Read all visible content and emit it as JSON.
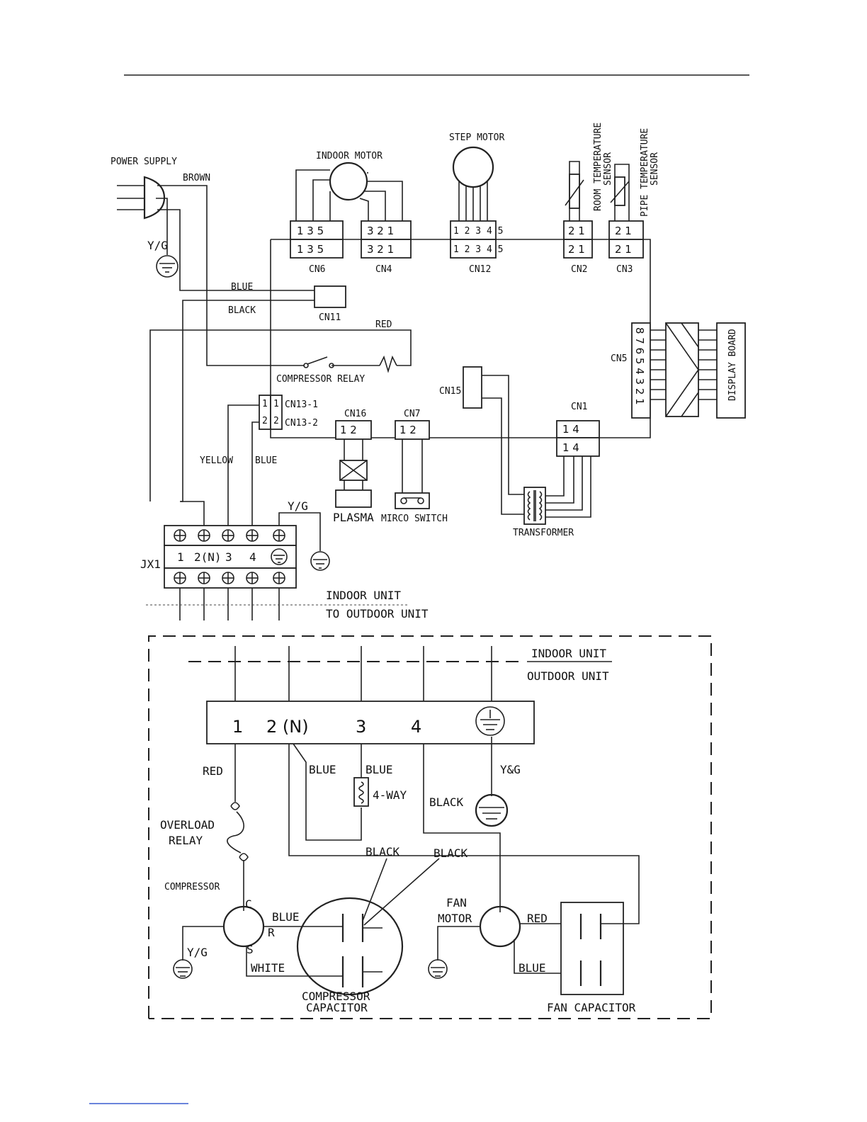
{
  "upper": {
    "power_supply": "POWER SUPPLY",
    "brown": "BROWN",
    "yg": "Y/G",
    "blue": "BLUE",
    "black": "BLACK",
    "red": "RED",
    "indoor_motor": "INDOOR MOTOR",
    "step_motor": "STEP MOTOR",
    "room_sensor_1": "ROOM TEMPERATURE",
    "room_sensor_2": "SENSOR",
    "pipe_sensor_1": "PIPE TEMPERATURE",
    "pipe_sensor_2": "SENSOR",
    "cn6": "CN6",
    "cn6_pins": "1 3 5",
    "cn4": "CN4",
    "cn4_pins": "3 2 1",
    "cn12": "CN12",
    "cn12_pins": "1 2 3 4 5",
    "cn2": "CN2",
    "cn2_pins": "2 1",
    "cn3": "CN3",
    "cn3_pins": "2 1",
    "cn11": "CN11",
    "cn5": "CN5",
    "cn5_pins": "8 7 6 5 4 3 2 1",
    "display_board": "DISPLAY BOARD",
    "compressor_relay": "COMPRESSOR RELAY",
    "cn13_1": "CN13-1",
    "cn13_2": "CN13-2",
    "cn15": "CN15",
    "cn16": "CN16",
    "cn16_pins": "1  2",
    "cn7": "CN7",
    "cn7_pins": "1  2",
    "cn1": "CN1",
    "cn1_pins": "1    4",
    "yellow": "YELLOW",
    "blue2": "BLUE",
    "plasma": "PLASMA",
    "mirco_switch": "MIRCO SWITCH",
    "transformer": "TRANSFORMER",
    "jx1": "JX1",
    "jx1_terminals": [
      "1",
      "2(N)",
      "3",
      "4"
    ],
    "indoor_unit": "INDOOR UNIT",
    "to_outdoor_unit": "TO OUTDOOR UNIT"
  },
  "lower": {
    "indoor_unit": "INDOOR UNIT",
    "outdoor_unit": "OUTDOOR UNIT",
    "terminals": [
      "1",
      "2 (N)",
      "3",
      "4"
    ],
    "red": "RED",
    "blue_a": "BLUE",
    "blue_b": "BLUE",
    "four_way": "4-WAY",
    "yg_top": "Y&G",
    "black_ground": "BLACK",
    "overload_1": "OVERLOAD",
    "overload_2": "RELAY",
    "black_cap": "BLACK",
    "black_fan": "BLACK",
    "compressor": "COMPRESSOR",
    "c": "C",
    "r": "R",
    "s": "S",
    "blue_r": "BLUE",
    "white": "WHITE",
    "yg_comp": "Y/G",
    "fan_1": "FAN",
    "fan_2": "MOTOR",
    "red_fan": "RED",
    "blue_fan": "BLUE",
    "comp_cap_1": "COMPRESSOR",
    "comp_cap_2": "CAPACITOR",
    "fan_capacitor": "FAN  CAPACITOR"
  }
}
